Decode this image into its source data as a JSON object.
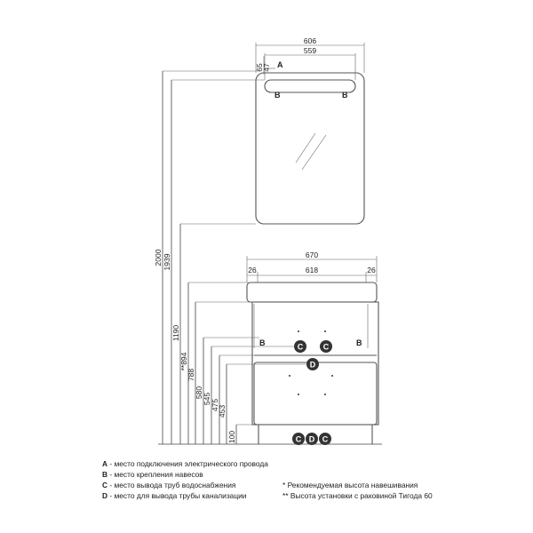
{
  "mirror": {
    "dims": {
      "total_width": "606",
      "inner_width": "559",
      "dim_65": "65",
      "dim_47": "47"
    },
    "markers": {
      "a": "A",
      "b_left": "B",
      "b_right": "B"
    }
  },
  "cabinet": {
    "dims": {
      "width": "670",
      "inner": "618",
      "side_left": "26",
      "side_right": "26"
    },
    "markers": {
      "b_left": "B",
      "b_right": "B",
      "c_left": "C",
      "c_right": "C",
      "d": "D",
      "bottom_c1": "C",
      "bottom_d": "D",
      "bottom_c2": "C"
    }
  },
  "heights": [
    "2000",
    "1939",
    "1190",
    "**894",
    "788",
    "580",
    "545",
    "475",
    "453",
    "100"
  ],
  "legend": {
    "left": [
      {
        "key": "A",
        "text": " - место подключения электрического провода"
      },
      {
        "key": "B",
        "text": " - место крепления навесов"
      },
      {
        "key": "C",
        "text": " - место вывода труб водоснабжения"
      },
      {
        "key": "D",
        "text": " - место для вывода трубы канализации"
      }
    ],
    "right": [
      "* Рекомендуемая высота навешивания",
      "** Высота установки с раковиной Тигода 60"
    ]
  }
}
